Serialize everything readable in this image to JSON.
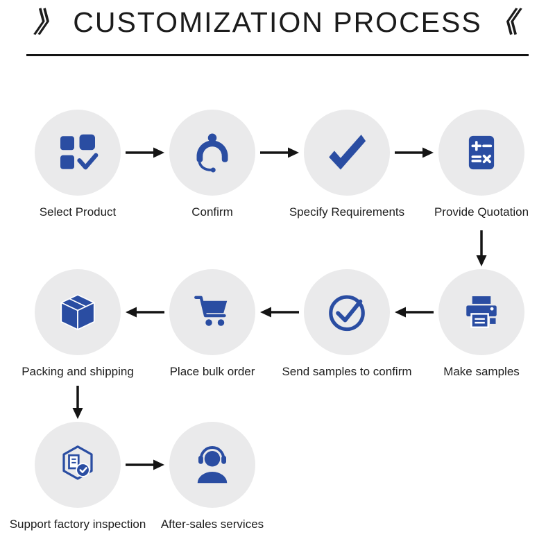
{
  "title": {
    "text": "CUSTOMIZATION PROCESS",
    "left_mark": "》",
    "right_mark": "《"
  },
  "colors": {
    "icon_blue": "#2a4da2",
    "circle_background": "#eaeaeb",
    "arrow_black": "#141414",
    "text_dark": "#1d1d1d"
  },
  "steps": [
    {
      "label": "Select Product",
      "icon": "product-grid-check-icon"
    },
    {
      "label": "Confirm",
      "icon": "customer-service-icon"
    },
    {
      "label": "Specify Requirements",
      "icon": "checkmark-icon"
    },
    {
      "label": "Provide Quotation",
      "icon": "calculator-icon"
    },
    {
      "label": "Make samples",
      "icon": "printer-icon"
    },
    {
      "label": "Send samples to confirm",
      "icon": "circle-check-icon"
    },
    {
      "label": "Place bulk order",
      "icon": "shopping-cart-icon"
    },
    {
      "label": "Packing and shipping",
      "icon": "package-box-icon"
    },
    {
      "label": "Support factory inspection",
      "icon": "factory-inspection-icon"
    },
    {
      "label": "After-sales services",
      "icon": "headset-person-icon"
    }
  ]
}
